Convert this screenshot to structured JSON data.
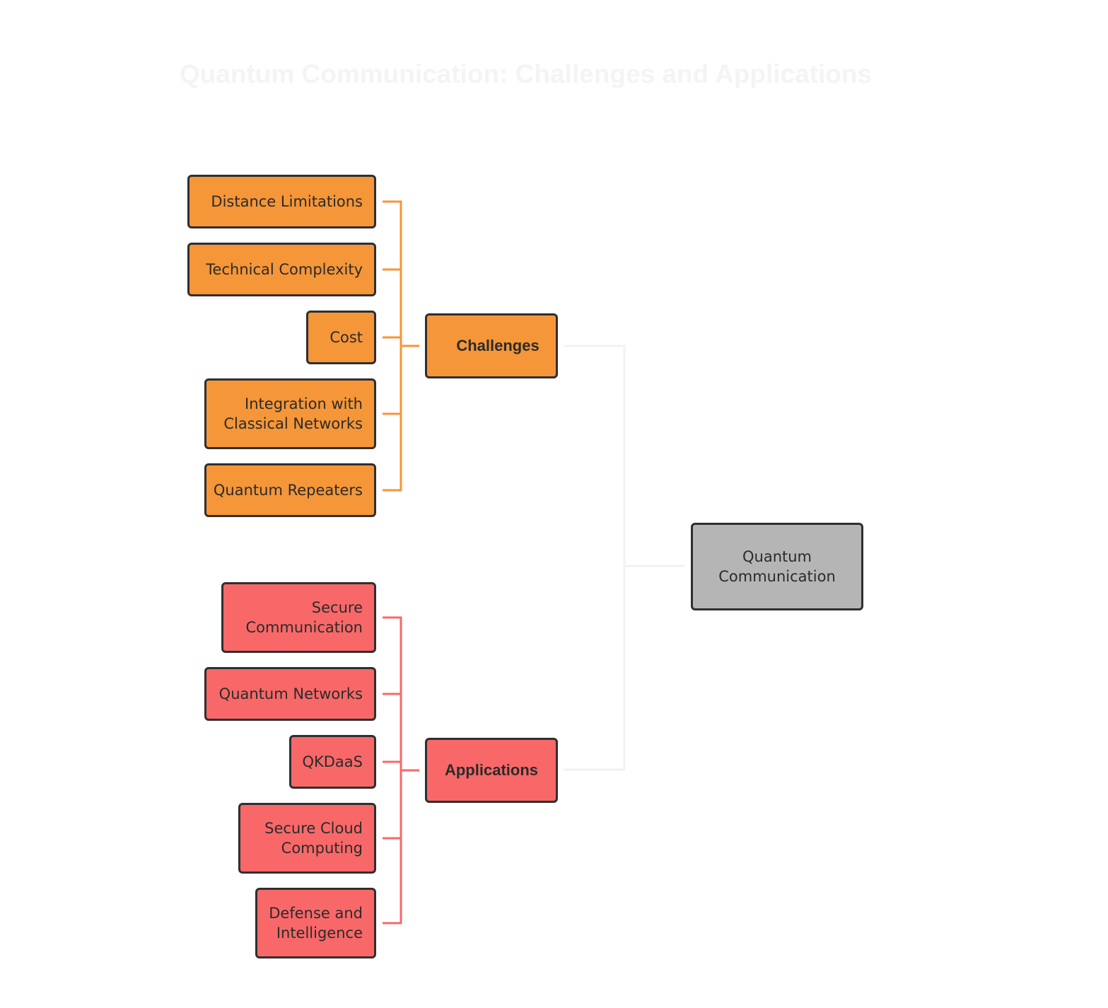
{
  "diagram": {
    "title": "Quantum Communication: Challenges and Applications",
    "root": {
      "label": "Quantum\nCommunication",
      "color": "#b5b5b5"
    },
    "colors": {
      "challenges": "#f59638",
      "applications": "#f86868",
      "trunk": "#f2f2f2",
      "border": "#2f2f2f"
    },
    "challenges": {
      "label": "Challenges",
      "items": [
        {
          "label": "Distance Limitations"
        },
        {
          "label": "Technical Complexity"
        },
        {
          "label": "Cost"
        },
        {
          "label": "Integration with\nClassical Networks"
        },
        {
          "label": "Quantum Repeaters"
        }
      ]
    },
    "applications": {
      "label": "Applications",
      "items": [
        {
          "label": "Secure\nCommunication"
        },
        {
          "label": "Quantum Networks"
        },
        {
          "label": "QKDaaS"
        },
        {
          "label": "Secure Cloud\nComputing"
        },
        {
          "label": "Defense and\nIntelligence"
        }
      ]
    }
  }
}
